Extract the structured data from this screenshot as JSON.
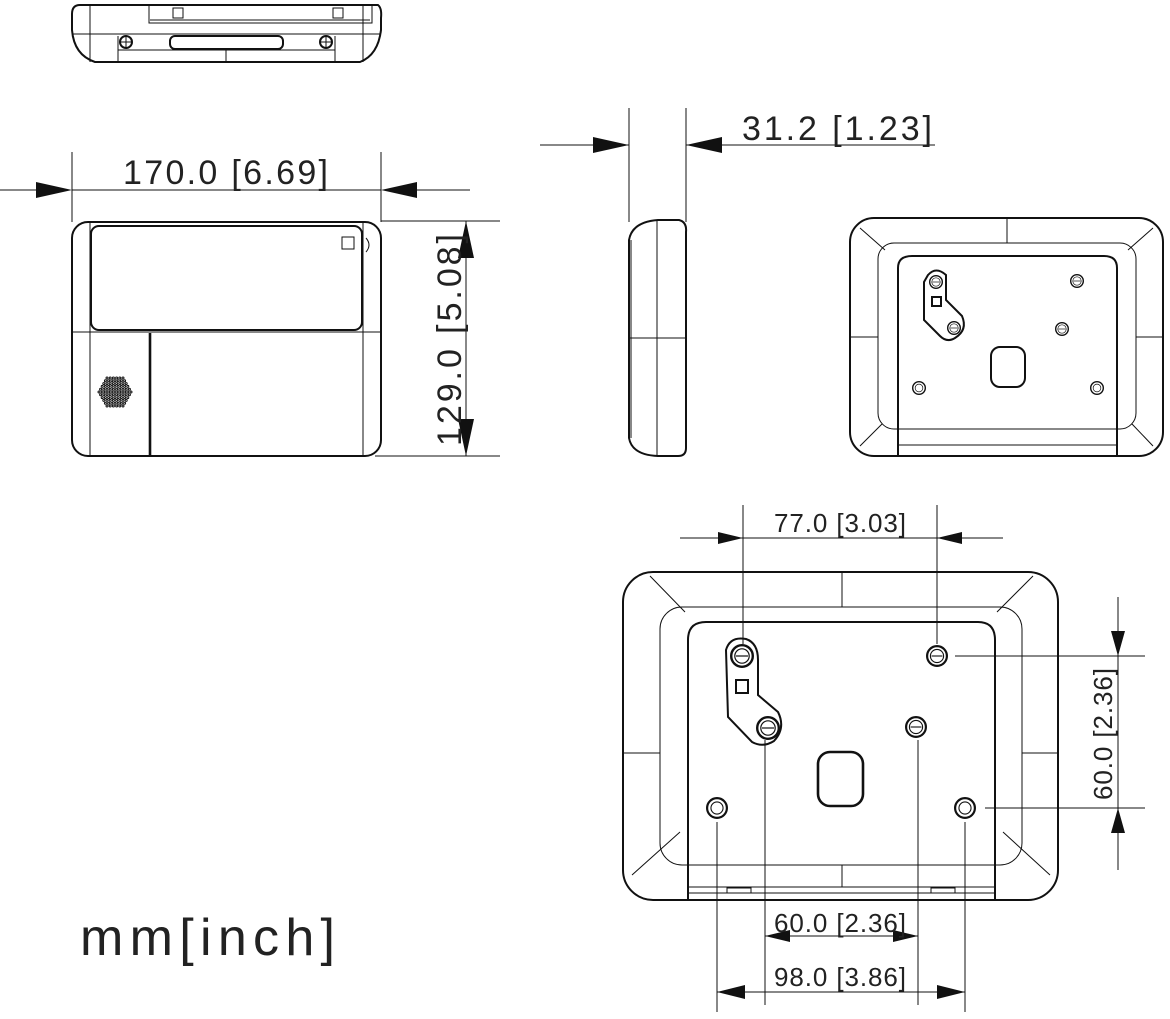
{
  "title": "Product dimension drawing",
  "units_label": "mm[inch]",
  "dimensions": {
    "width": "170.0  [6.69]",
    "height": "129.0  [5.08]",
    "depth": "31.2  [1.23]",
    "hole_spacing_top": "77.0  [3.03]",
    "hole_spacing_vertical": "60.0  [2.36]",
    "hole_spacing_inner": "60.0  [2.36]",
    "hole_spacing_bottom": "98.0  [3.86]"
  }
}
